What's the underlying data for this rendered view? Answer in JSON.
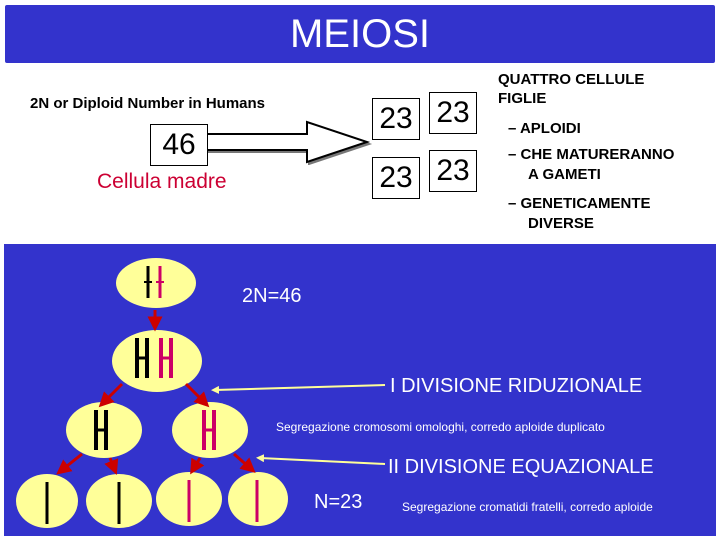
{
  "title": "MEIOSI",
  "top": {
    "left_label": "2N or Diploid  Number in Humans",
    "mother_number": "46",
    "mother_label": "Cellula madre",
    "daughter_numbers": [
      "23",
      "23",
      "23",
      "23"
    ],
    "right_heading_1": "QUATTRO CELLULE",
    "right_heading_2": "FIGLIE",
    "right_items": [
      "–  APLOIDI",
      "–  CHE MATURERANNO",
      "A GAMETI",
      "–  GENETICAMENTE",
      "DIVERSE"
    ]
  },
  "bottom": {
    "label_2n": "2N=46",
    "division_1": "I DIVISIONE RIDUZIONALE",
    "division_1_note": "Segregazione cromosomi omologhi, corredo aploide duplicato",
    "division_2": "II DIVISIONE EQUAZIONALE",
    "label_n": "N=23",
    "division_2_note": "Segregazione cromatidi fratelli, corredo aploide"
  },
  "colors": {
    "title_bg": "#3333cc",
    "panel_bg": "#3333cc",
    "cell_fill": "#ffff99",
    "chromosome_dark": "#000000",
    "chromosome_pink": "#cc0066",
    "arrow_red": "#cc0000",
    "arrow_yellow": "#ffff99"
  }
}
